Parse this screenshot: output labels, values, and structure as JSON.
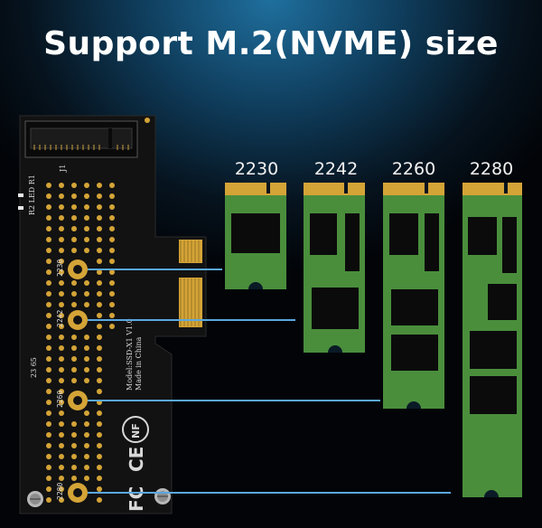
{
  "headline": "Support M.2(NVME) size",
  "sizes": [
    "2230",
    "2242",
    "2260",
    "2280"
  ],
  "board": {
    "connector_label": "J1",
    "led_label": "R2 LED R1",
    "model_text": "Model:SSD-X1 V1.0",
    "origin_text": "Made in China",
    "part_marks": "23 65",
    "logos": [
      "FC",
      "CE",
      "NF"
    ]
  },
  "colors": {
    "pcb": "#121212",
    "ssd_green": "#4a8e3c",
    "gold": "#d4a437",
    "chip": "#0b0b0b",
    "guide_line": "#5aa8e0"
  }
}
